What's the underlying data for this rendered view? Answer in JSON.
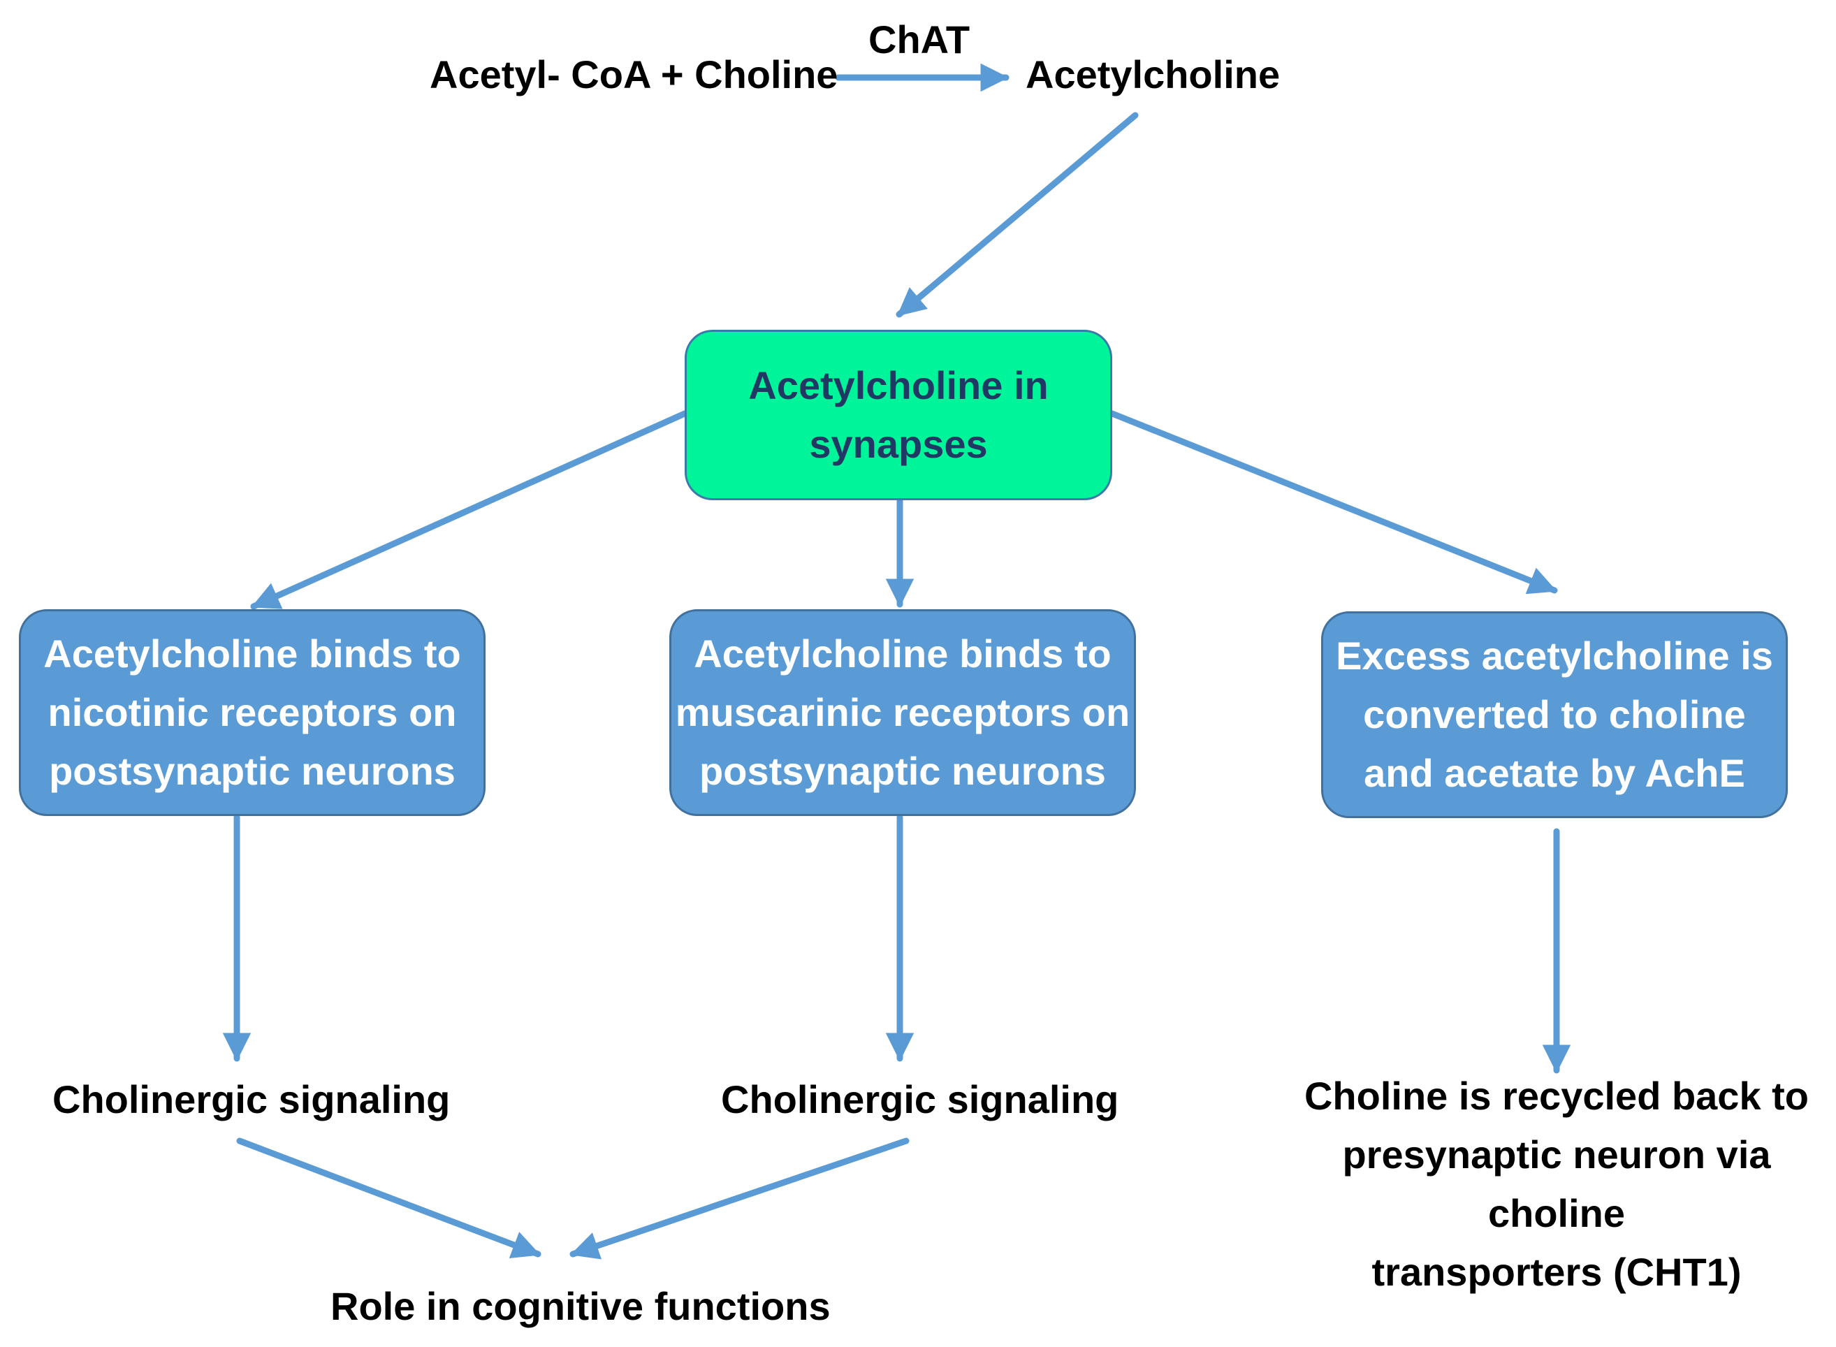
{
  "colors": {
    "arrow": "#5b9bd5",
    "box_blue_fill": "#5b9bd5",
    "box_green_fill": "#00f59b",
    "box_blue_text": "#ffffff",
    "box_green_text": "#1f3864",
    "plain_text": "#000000"
  },
  "reaction": {
    "substrates": "Acetyl- CoA + Choline",
    "enzyme": "ChAT",
    "product": "Acetylcholine"
  },
  "nodes": {
    "synapse": "Acetylcholine in\nsynapses",
    "nicotinic": "Acetylcholine binds to\nnicotinic receptors on\npostsynaptic neurons",
    "muscarinic": "Acetylcholine binds to\nmuscarinic receptors on\npostsynaptic neurons",
    "ache": "Excess acetylcholine is\nconverted to choline\nand acetate by AchE",
    "signaling_left": "Cholinergic signaling",
    "signaling_middle": "Cholinergic signaling",
    "recycle": "Choline is recycled back to\npresynaptic neuron via choline\ntransporters (CHT1)",
    "cognitive": "Role in cognitive functions"
  }
}
